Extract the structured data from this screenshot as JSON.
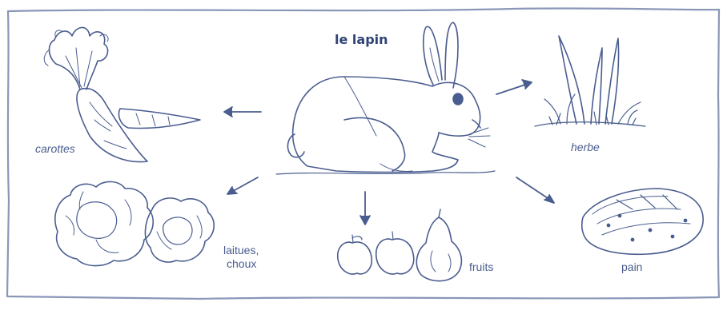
{
  "title": "le lapin",
  "labels": {
    "carrots": "carottes",
    "grass": "herbe",
    "lettuce_line1": "laitues,",
    "lettuce_line2": "choux",
    "fruits": "fruits",
    "bread": "pain"
  },
  "colors": {
    "ink": "#4a5d8f",
    "paper": "#ffffff",
    "frame": "#8a97b8"
  }
}
